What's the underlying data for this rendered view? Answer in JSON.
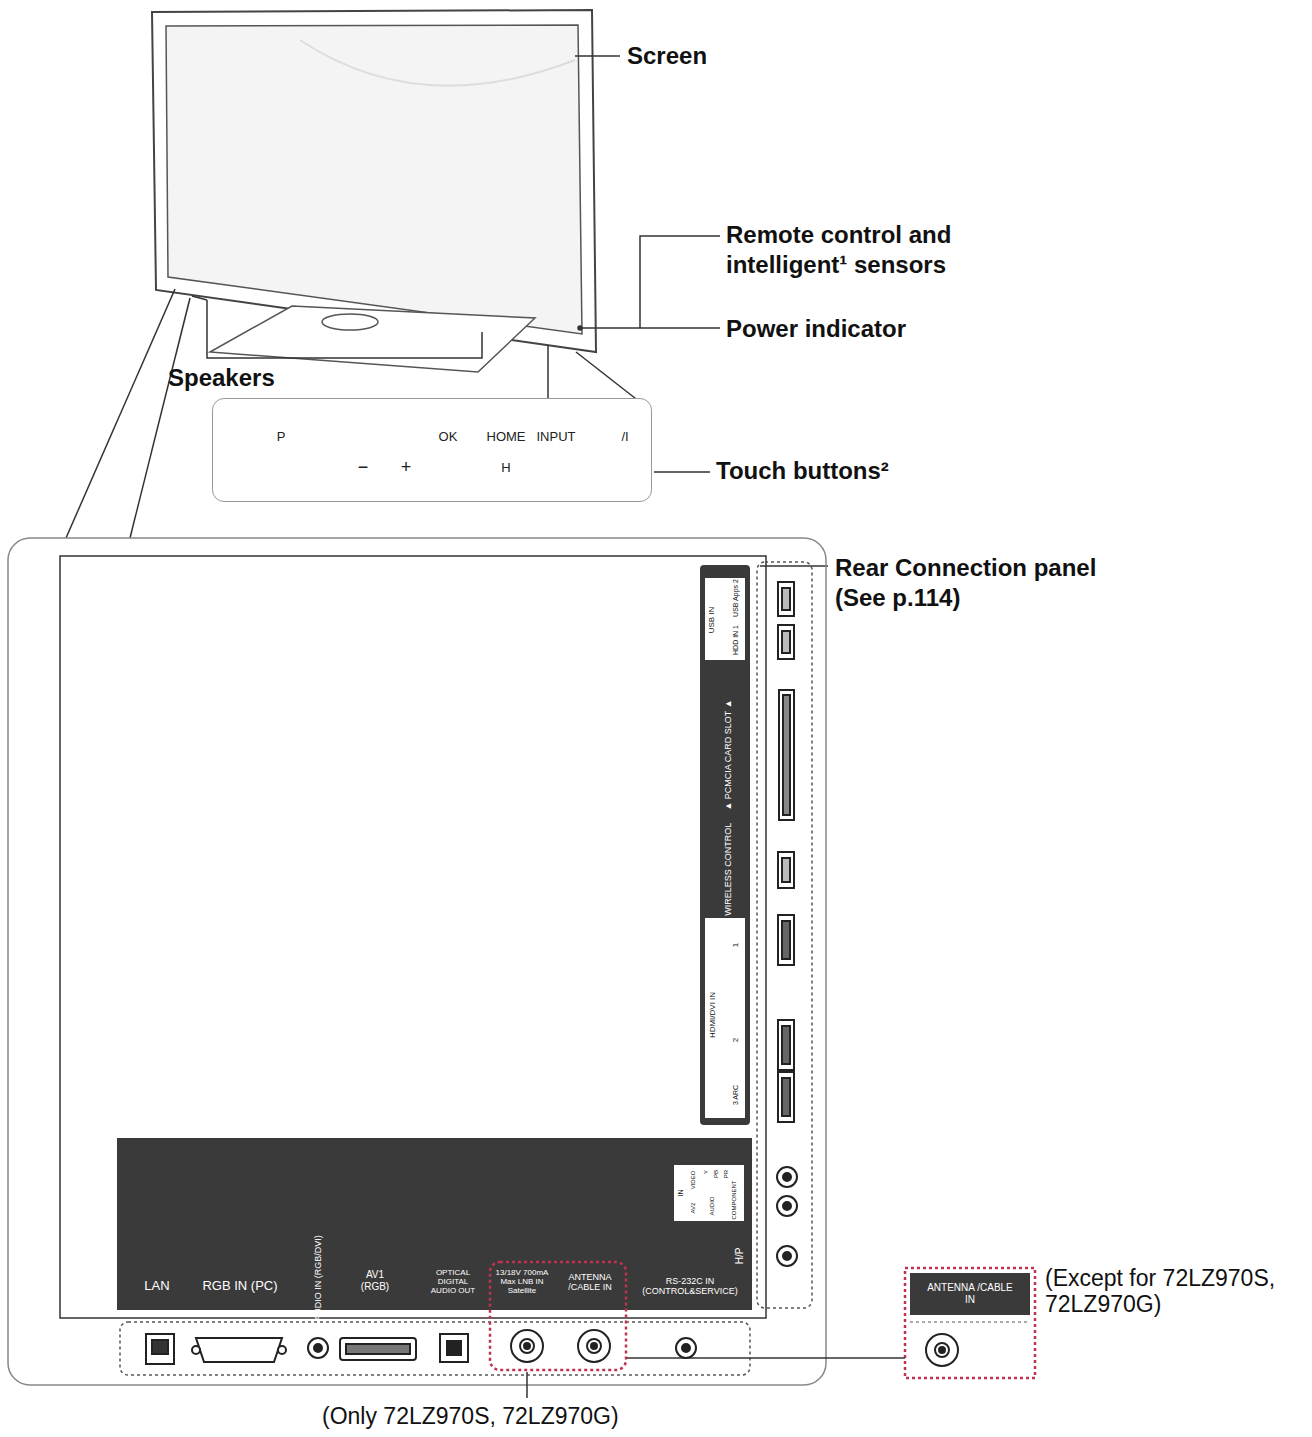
{
  "diagram": {
    "nodes": [
      {
        "text": [
          "P",
          "OK",
          "HOME",
          "INPUT",
          "/I",
          "−",
          "+",
          "H"
        ]
      }
    ],
    "labels": [
      "Screen",
      "Remote control and intelligent¹ sensors",
      "Power indicator",
      "Speakers",
      "Touch buttons²",
      "Rear Connection panel (See p.114)",
      "(Except for 72LZ970S, 72LZ970G)",
      "(Only 72LZ970S, 72LZ970G)",
      "LAN",
      "RGB IN (PC)",
      "AUDIO IN (RGB/DVI)",
      "AV1 (RGB)",
      "OPTICAL DIGITAL AUDIO OUT",
      "13/18V 700mA Max LNB IN Satellite",
      "ANTENNA /CABLE IN",
      "RS-232C IN (CONTROL&SERVICE)",
      "H/P",
      "USB IN",
      "USB Apps 2",
      "HDD IN 1",
      "▲ PCMCIA CARD SLOT ▲",
      "▲ WIRELESS CONTROL",
      "HDMI/DVI IN",
      "1",
      "2",
      "3 ARC",
      "IN",
      "VIDEO",
      "AV2",
      "Y",
      "PB",
      "PR",
      "AUDIO",
      "COMPONENT",
      "ANTENNA /CABLE IN"
    ]
  }
}
